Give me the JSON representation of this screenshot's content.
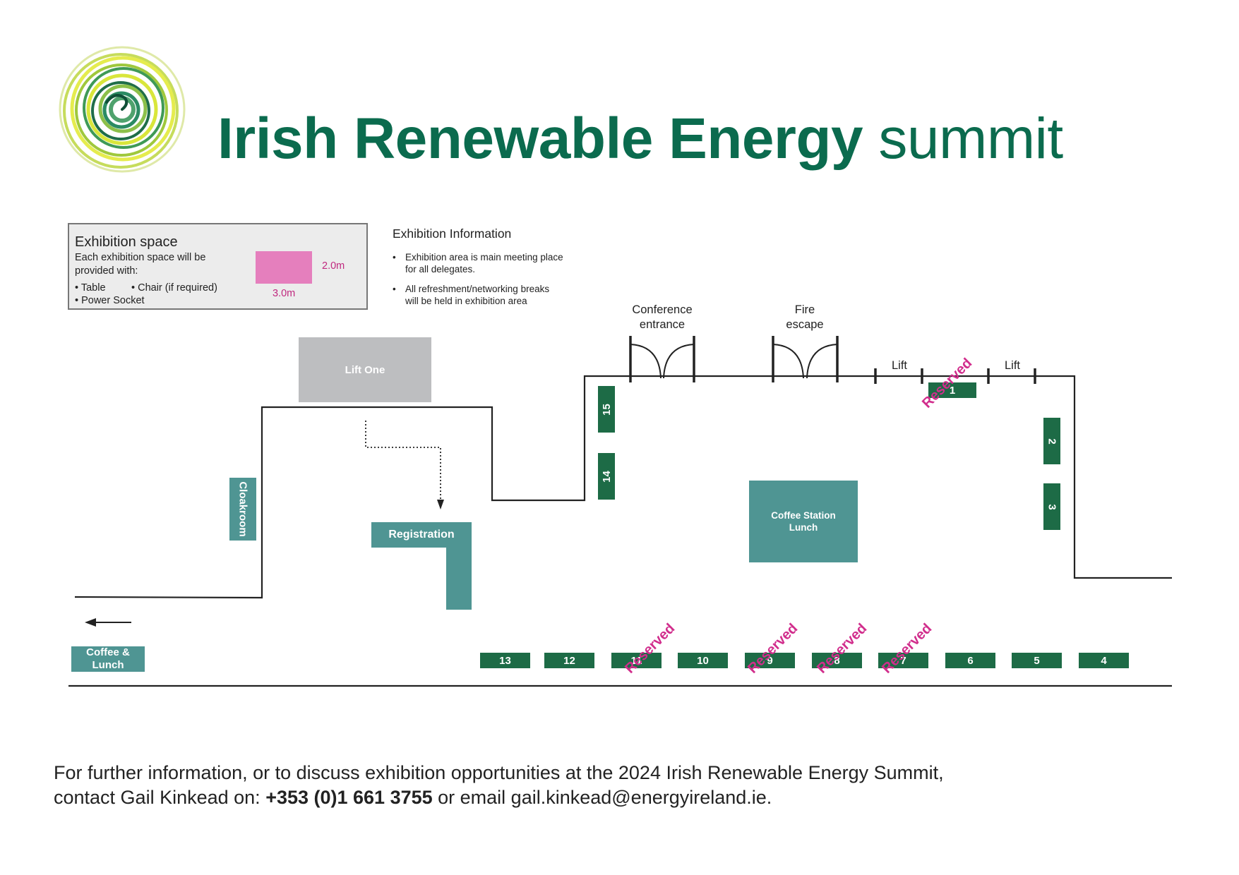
{
  "header": {
    "title_bold": "Irish Renewable Energy",
    "title_light": "summit"
  },
  "legend": {
    "title": "Exhibition space",
    "line1": "Each exhibition space will be",
    "line2": "provided with:",
    "item_table": "• Table",
    "item_chair": "• Chair (if required)",
    "item_socket": "• Power Socket",
    "depth_label": "2.0m",
    "width_label": "3.0m"
  },
  "info": {
    "title": "Exhibition Information",
    "item1_line1": "Exhibition area is main meeting place",
    "item1_line2": "for all delegates.",
    "item2_line1": "All refreshment/networking breaks",
    "item2_line2": "will be held in exhibition area"
  },
  "floorplan": {
    "lift_one": "Lift One",
    "cloakroom": "Cloakroom",
    "registration": "Registration",
    "coffee_station_line1": "Coffee Station",
    "coffee_station_line2": "Lunch",
    "coffee_lunch_line1": "Coffee &",
    "coffee_lunch_line2": "Lunch",
    "conference_line1": "Conference",
    "conference_line2": "entrance",
    "fire_line1": "Fire",
    "fire_line2": "escape",
    "lift_a": "Lift",
    "lift_b": "Lift",
    "reserved_label": "Reserved",
    "booths": {
      "b1": "1",
      "b2": "2",
      "b3": "3",
      "b4": "4",
      "b5": "5",
      "b6": "6",
      "b7": "7",
      "b8": "8",
      "b9": "9",
      "b10": "10",
      "b11": "11",
      "b12": "12",
      "b13": "13",
      "b14": "14",
      "b15": "15"
    },
    "reserved_booths": [
      "1",
      "7",
      "8",
      "9",
      "11"
    ]
  },
  "footer": {
    "line1": "For further information, or to discuss exhibition opportunities at the 2024 Irish Renewable Energy Summit,",
    "line2_prefix": "contact Gail Kinkead on: ",
    "phone": "+353 (0)1 661 3755",
    "line2_suffix": " or email gail.kinkead@energyireland.ie."
  },
  "colors": {
    "brand_green": "#0b6b4e",
    "booth_green": "#1d6b46",
    "teal": "#4f9593",
    "reserved_pink": "#d12d8c",
    "space_pink": "#e57fbd"
  }
}
